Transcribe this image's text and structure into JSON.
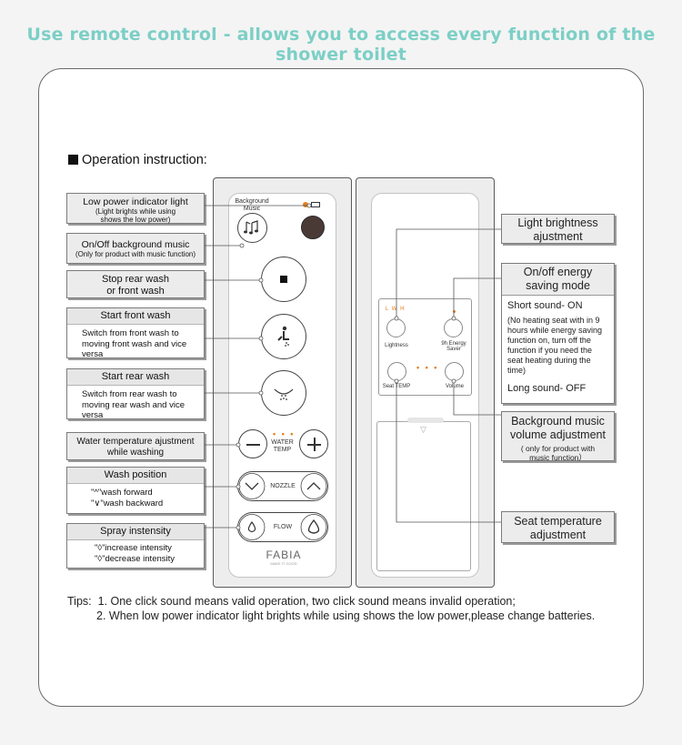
{
  "headline": "Use remote control - allows you to access every function of the shower toilet",
  "section_title": "Operation instruction:",
  "left_labels": {
    "low_power": {
      "title": "Low power indicator light",
      "sub": "(Light brights while using shows the low power)"
    },
    "music": {
      "title": "On/Off background music",
      "sub": "(Only for product with music function)"
    },
    "stop": {
      "line1": "Stop rear wash",
      "line2": "or front wash"
    },
    "front": {
      "title": "Start front wash",
      "body": "Switch from front wash to moving front wash and vice versa"
    },
    "rear": {
      "title": "Start rear wash",
      "body": "Switch from rear wash to moving rear wash and vice versa"
    },
    "water_temp": {
      "line1": "Water temperature ajustment",
      "line2": "while washing"
    },
    "wash_position": {
      "title": "Wash position",
      "line1": "\"^\"wash forward",
      "line2": "\"∨\"wash backward"
    },
    "spray": {
      "title": "Spray instensity",
      "line1": "\"◊\"increase intensity",
      "line2": "\"◊\"decrease intensity"
    }
  },
  "remote_front": {
    "bg_music_label": "Background Music",
    "water_temp_label": "WATER TEMP",
    "nozzle_label": "NOZZLE",
    "flow_label": "FLOW",
    "brand": "FABIA",
    "brand_tag": "MAKE IT GOOD"
  },
  "remote_back": {
    "lwh": "L  W  H",
    "lightness": "Lightness",
    "energy_saver": "9h Energy Saver",
    "seat_temp": "Seat TEMP",
    "volume": "Volume"
  },
  "right_labels": {
    "light": {
      "line1": "Light brightness",
      "line2": "ajustment"
    },
    "energy": {
      "line1": "On/off energy",
      "line2": "saving mode",
      "short": "Short sound- ON",
      "note": "(No heating seat with in 9 hours while energy saving function on, turn off the function if you need the seat heating during the time)",
      "long": "Long sound- OFF"
    },
    "volume": {
      "line1": "Background music",
      "line2": "volume adjustment",
      "sub": "( only for product with music function）"
    },
    "seat": {
      "line1": "Seat temperature",
      "line2": "adjustment"
    }
  },
  "tips": {
    "label": "Tips:",
    "tip1": "1. One click sound means valid operation, two click sound means invalid operation;",
    "tip2": "2. When low power indicator light  brights while using shows the low power,please change batteries."
  },
  "colors": {
    "accent": "#7ccfc6",
    "indicator": "#e67d1c"
  }
}
